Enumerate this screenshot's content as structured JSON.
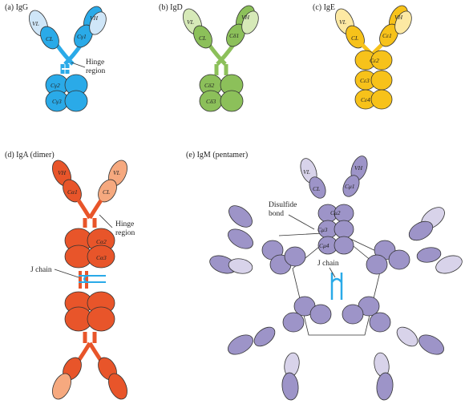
{
  "figure": {
    "panels": [
      {
        "id": "igg",
        "title": "(a) IgG",
        "color_light": "#cfe6f8",
        "color_main": "#2aaae8",
        "labels": {
          "vl": "VL",
          "vh": "VH",
          "cl": "CL",
          "ch1": "Cγ1",
          "ch2": "Cγ2",
          "ch3": "Cγ3"
        }
      },
      {
        "id": "igd",
        "title": "(b) IgD",
        "color_light": "#d6e9b8",
        "color_main": "#8cc05a",
        "labels": {
          "vl": "VL",
          "vh": "VH",
          "cl": "CL",
          "ch1": "Cδ1",
          "ch2": "Cδ2",
          "ch3": "Cδ3"
        }
      },
      {
        "id": "ige",
        "title": "(c) IgE",
        "color_light": "#fde9a3",
        "color_main": "#f7c21a",
        "labels": {
          "vl": "VL",
          "vh": "VH",
          "cl": "CL",
          "ch1": "Cε1",
          "ch2": "Cε2",
          "ch3": "Cε3",
          "ch4": "Cε4"
        }
      },
      {
        "id": "iga",
        "title": "(d) IgA (dimer)",
        "color_light": "#f6a97f",
        "color_main": "#e8552a",
        "labels": {
          "vl": "VL",
          "vh": "VH",
          "cl": "CL",
          "ch1": "Cα1",
          "ch2": "Cα2",
          "ch3": "Cα3"
        }
      },
      {
        "id": "igm",
        "title": "(e) IgM (pentamer)",
        "color_light": "#d8d3ea",
        "color_main": "#9d94c8",
        "labels": {
          "vl": "VL",
          "vh": "VH",
          "cl": "CL",
          "ch1": "Cμ1",
          "ch2": "Cμ2",
          "ch3": "Cμ3",
          "ch4": "Cμ4"
        }
      }
    ],
    "annotations": {
      "hinge_line1": "Hinge",
      "hinge_line2": "region",
      "j_chain": "J chain",
      "disulfide_line1": "Disulfide",
      "disulfide_line2": "bond"
    }
  }
}
